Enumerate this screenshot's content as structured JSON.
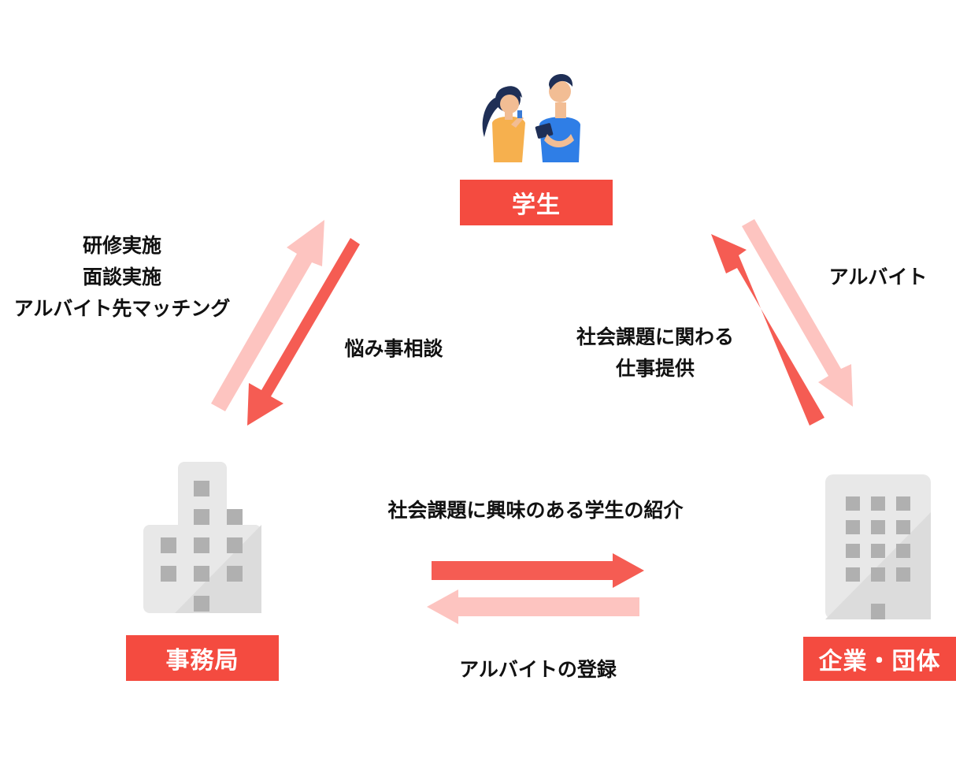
{
  "colors": {
    "accent": "#f44b40",
    "arrow_strong": "#f55c53",
    "arrow_light": "#fdc4c0"
  },
  "nodes": {
    "student": "学生",
    "office": "事務局",
    "company": "企業・団体"
  },
  "edges": {
    "office_to_student": [
      "研修実施",
      "面談実施",
      "アルバイト先マッチング"
    ],
    "student_to_office": "悩み事相談",
    "company_to_student": [
      "社会課題に関わる",
      "仕事提供"
    ],
    "student_to_company": "アルバイト",
    "office_to_company": "社会課題に興味のある学生の紹介",
    "company_to_office": "アルバイトの登録"
  },
  "icons": {
    "student": "students-icon",
    "office": "office-building-icon",
    "company": "company-building-icon"
  }
}
